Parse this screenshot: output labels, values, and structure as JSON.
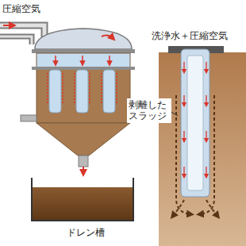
{
  "diagram": {
    "labels": [
      "圧縮空気",
      "洗浄水＋圧縮空気",
      "剥離した スラッジ",
      "ドレン槽"
    ]
  }
}
